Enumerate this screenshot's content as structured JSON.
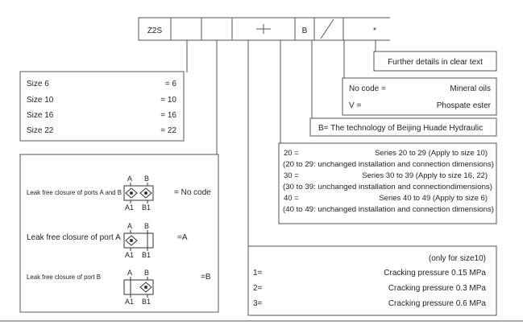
{
  "code_row": {
    "cells": [
      "Z2S",
      "",
      "",
      "",
      "",
      "B",
      "",
      "*"
    ]
  },
  "further_details": "Further details in clear text",
  "sizes": [
    {
      "label": "Size 6",
      "code": "= 6"
    },
    {
      "label": "Size 10",
      "code": "= 10"
    },
    {
      "label": "Size 16",
      "code": "= 16"
    },
    {
      "label": "Size 22",
      "code": "= 22"
    }
  ],
  "seals": [
    {
      "key": "No code =",
      "value": "Mineral oils"
    },
    {
      "key": "V =",
      "value": "Phospate ester"
    }
  ],
  "technology": "B= The technology of Beijing Huade Hydraulic",
  "series": [
    {
      "code": "20 =",
      "desc": "Series 20 to 29 (Apply to size 10)"
    },
    {
      "note": "(20 to 29: unchanged installation and connection dimensions)"
    },
    {
      "code": "30 =",
      "desc": "Series 30 to 39 (Apply to size 16, 22)"
    },
    {
      "note": "(30 to 39: unchanged installation and connectiondimensions)"
    },
    {
      "code": "40 =",
      "desc": "Series 40 to 49 (Apply to size 6)"
    },
    {
      "note": "(40 to 49: unchanged installation and connection dimensions)"
    }
  ],
  "closure": [
    {
      "label": "Leak free closure of ports A and B",
      "code": "= No code"
    },
    {
      "label": "Leak free closure of port A",
      "code": "=A"
    },
    {
      "label": "Leak free closure of port B",
      "code": "=B"
    }
  ],
  "port_labels": {
    "a": "A",
    "b": "B",
    "a1": "A1",
    "b1": "B1"
  },
  "cracking": {
    "note": "(only for size10)",
    "rows": [
      {
        "code": "1=",
        "value": "Cracking pressure 0.15 MPa"
      },
      {
        "code": "2=",
        "value": "Cracking pressure 0.3 MPa"
      },
      {
        "code": "3=",
        "value": "Cracking pressure 0.6 MPa"
      }
    ]
  }
}
